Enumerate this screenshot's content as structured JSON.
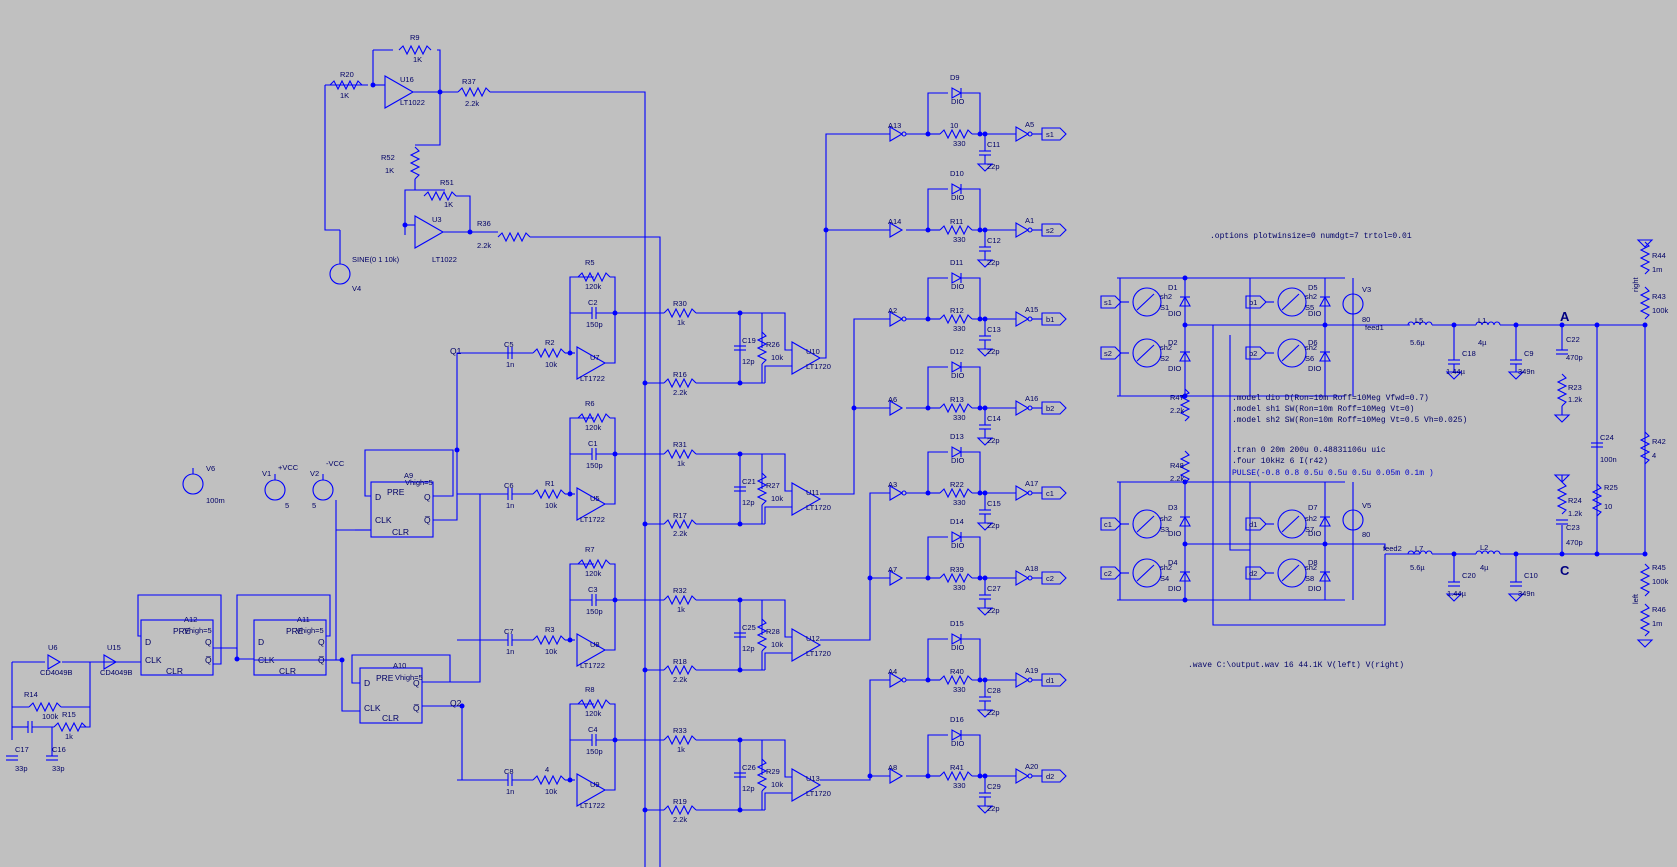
{
  "labels": {
    "sine": "SINE(0 1 10k)",
    "r20": "R20",
    "r20v": "1K",
    "r9": "R9",
    "r9v": "1K",
    "u16": "U16",
    "u16m": "LT1022",
    "r37": "R37",
    "r37v": "2.2k",
    "r52": "R52",
    "r52v": "1K",
    "r51": "R51",
    "r51v": "1K",
    "u3": "U3",
    "u3m": "LT1022",
    "r36": "R36",
    "r36v": "2.2k",
    "v4": "V4",
    "vcc": "+VCC",
    "nvcc": "-VCC",
    "v6": "V6",
    "v6v": "100m",
    "v1": "V1",
    "v1v": "5",
    "v2": "V2",
    "v2v": "5",
    "q1": "Q1",
    "q2": "Q2",
    "a9": "A9",
    "a10": "A10",
    "a11": "A11",
    "a12": "A12",
    "pre": "PRE",
    "clr": "CLR",
    "clk": "CLK",
    "d": "D",
    "q": "Q",
    "qbar": "Q̅",
    "vhigh": "Vhigh=5",
    "u6": "U6",
    "u15": "U15",
    "cd4049": "CD4049B",
    "r14": "R14",
    "r14v": "100k",
    "r15": "R15",
    "r15v": "1k",
    "c17": "C17",
    "c17v": "33p",
    "c16": "C16",
    "c16v": "33p",
    "c5": "C5",
    "c6": "C6",
    "c7": "C7",
    "c8": "C8",
    "c1nv": "1n",
    "r2": "R2",
    "r1": "R1",
    "r3": "R3",
    "r4": "4",
    "r10k": "10k",
    "r5": "R5",
    "r6": "R6",
    "r7": "R7",
    "r8": "R8",
    "r120k": "120k",
    "c2": "C2",
    "c1": "C1",
    "c3": "C3",
    "c4": "C4",
    "c150p": "150p",
    "u7": "U7",
    "u5": "U5",
    "u8": "U8",
    "u9": "U9",
    "lt1722": "LT1722",
    "r30": "R30",
    "r31": "R31",
    "r32": "R32",
    "r33": "R33",
    "r1k": "1k",
    "r16": "R16",
    "r17": "R17",
    "r18": "R18",
    "r19": "R19",
    "r22k": "2.2k",
    "c19": "C19",
    "c21": "C21",
    "c25": "C25",
    "c26": "C26",
    "c12p": "12p",
    "r26": "R26",
    "r27": "R27",
    "r28": "R28",
    "r29": "R29",
    "r10kb": "10k",
    "u10": "U10",
    "u11": "U11",
    "u12": "U12",
    "u13": "U13",
    "lt1720": "LT1720",
    "a13": "A13",
    "a14": "A14",
    "a2": "A2",
    "a6": "A6",
    "a3": "A3",
    "a7": "A7",
    "a4": "A4",
    "a8": "A8",
    "d9": "D9",
    "d10": "D10",
    "d11": "D11",
    "d12": "D12",
    "d13": "D13",
    "d14": "D14",
    "d15": "D15",
    "d16": "D16",
    "dio": "DIO",
    "r10": "10",
    "r11": "R11",
    "r12": "R12",
    "r13": "R13",
    "r22": "R22",
    "r39": "R39",
    "r40": "R40",
    "r41": "R41",
    "r330": "330",
    "c11": "C11",
    "c12": "C12",
    "c13": "C13",
    "c14": "C14",
    "c15": "C15",
    "c27": "C27",
    "c28": "C28",
    "c29": "C29",
    "c22p": "22p",
    "a5": "A5",
    "a1": "A1",
    "a15": "A15",
    "a16": "A16",
    "a17": "A17",
    "a18": "A18",
    "a19": "A19",
    "a20": "A20",
    "s1": "s1",
    "s2": "s2",
    "b1": "b1",
    "b2": "b2",
    "c1n": "c1",
    "c2n": "c2",
    "d1n": "d1",
    "d2n": "d2",
    "options": ".options plotwinsize=0 numdgt=7 trtol=0.01",
    "model1": ".model dio D(Ron=10m Roff=10Meg Vfwd=0.7)",
    "model2": ".model sh1 SW(Ron=10m Roff=10Meg Vt=0)",
    "model3": ".model sh2 SW(Ron=10m Roff=10Meg Vt=0.5 Vh=0.025)",
    "tran": ".tran 0 20m 200u 0.48831106u uic",
    "four": ".four 10kHz 6 I(r42)",
    "pulse": "PULSE(-0.8 0.8 0.5u 0.5u 0.5u 0.05m 0.1m )",
    "wave": ".wave C:\\output.wav 16 44.1K V(left) V(right)",
    "sh2": "sh2",
    "S1": "S1",
    "S2": "S2",
    "S3": "S3",
    "S4": "S4",
    "S5": "S5",
    "S6": "S6",
    "S7": "S7",
    "S8": "S8",
    "D1": "D1",
    "D2": "D2",
    "D3": "D3",
    "D4": "D4",
    "D5": "D5",
    "D6": "D6",
    "D7": "D7",
    "D8": "D8",
    "V3": "V3",
    "V5": "V5",
    "v80": "80",
    "R47": "R47",
    "R48": "R48",
    "r22kb": "2.2k",
    "feed1": "feed1",
    "feed2": "feed2",
    "L5": "L5",
    "L7": "L7",
    "l56": "5.6µ",
    "L1": "L1",
    "L2": "L2",
    "l4": "4µ",
    "C18": "C18",
    "C20": "C20",
    "c144": "1.44µ",
    "C9": "C9",
    "C10": "C10",
    "c349": "349n",
    "C22": "C22",
    "C23": "C23",
    "c470": "470p",
    "R23": "R23",
    "R24": "R24",
    "r12k": "1.2k",
    "C24": "C24",
    "c100n": "100n",
    "R25": "R25",
    "R42": "R42",
    "R43": "R43",
    "R44": "R44",
    "R45": "R45",
    "R46": "R46",
    "r100k": "100k",
    "r1m": "1m",
    "A": "A",
    "C": "C",
    "right": "right",
    "left": "left"
  },
  "colors": {
    "background": "#c0c0c0",
    "wire": "#0000ff",
    "text": "#000066",
    "pulse": "#0000cc"
  }
}
